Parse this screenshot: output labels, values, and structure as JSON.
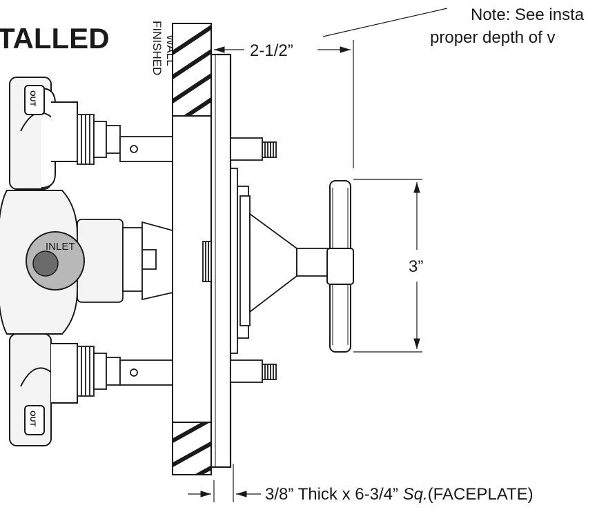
{
  "diagram": {
    "title": "TALLED",
    "note_line1": "Note: See insta",
    "note_line2": "proper depth of v",
    "wall_label_line1": "FINISHED",
    "wall_label_line2": "WALL",
    "dim_wall_depth": "2-1/2”",
    "dim_handle": "3”",
    "inlet_label": "INLET",
    "out_label": "OUT",
    "faceplate_text": "3/8” Thick x 6-3/4” ",
    "faceplate_sq": "Sq.",
    "faceplate_suffix": "(FACEPLATE)"
  },
  "colors": {
    "line": "#1a1a1a",
    "valve_body": "#f2f2f2",
    "inlet_disc": "#b8b8b8",
    "inlet_knob": "#6b6b6b",
    "wall_hatch": "#1a1a1a"
  }
}
